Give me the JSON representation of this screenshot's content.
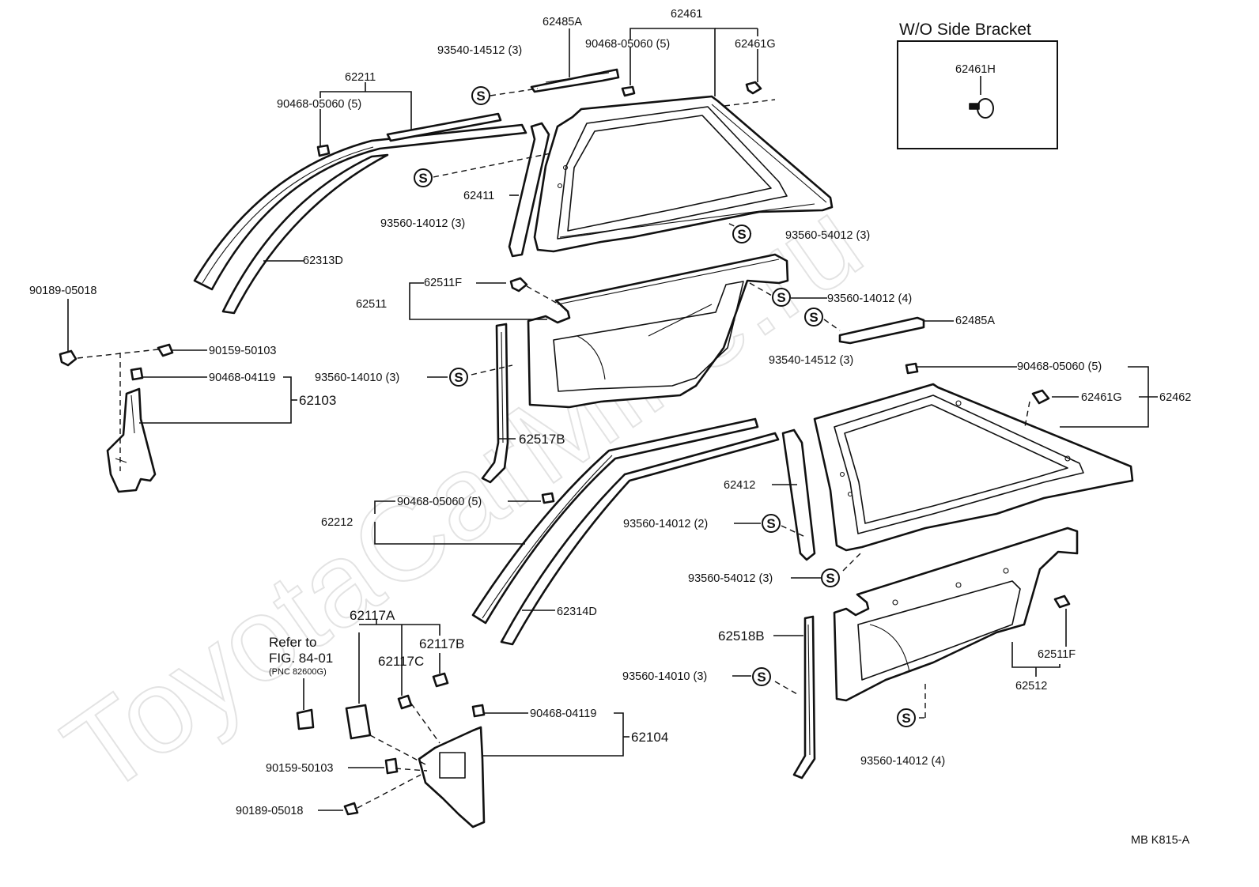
{
  "watermark": "ToyotaCarMine.ru",
  "inset": {
    "title": "W/O Side Bracket",
    "part": "62461H"
  },
  "footer_code": "MB  K815-A",
  "labels": {
    "p62485A_top": "62485A",
    "p62461": "62461",
    "p93540_14512_top": "93540-14512 (3)",
    "p90468_05060_top": "90468-05060 (5)",
    "p62461G_top": "62461G",
    "p62211": "62211",
    "p90468_05060_left": "90468-05060 (5)",
    "p62411": "62411",
    "p93560_14012_a": "93560-14012 (3)",
    "p93560_54012_a": "93560-54012 (3)",
    "p62313D": "62313D",
    "p90189_05018_a": "90189-05018",
    "p62511F_a": "62511F",
    "p62511": "62511",
    "p93560_14012_b": "93560-14012 (4)",
    "p62485A_b": "62485A",
    "p90159_50103_a": "90159-50103",
    "p93540_14512_b": "93540-14512 (3)",
    "p90468_04119_a": "90468-04119",
    "p62103": "62103",
    "p93560_14010_a": "93560-14010 (3)",
    "p90468_05060_r": "90468-05060 (5)",
    "p62461G_r": "62461G",
    "p62462": "62462",
    "p62517B": "62517B",
    "p62412": "62412",
    "p90468_05060_mid": "90468-05060 (5)",
    "p62212": "62212",
    "p93560_14012_c": "93560-14012 (2)",
    "p93560_54012_b": "93560-54012 (3)",
    "p62314D": "62314D",
    "p62117A": "62117A",
    "refer_line1": "Refer to",
    "refer_line2": "FIG. 84-01",
    "refer_line3": "(PNC 82600G)",
    "p62117B": "62117B",
    "p62117C": "62117C",
    "p62518B": "62518B",
    "p62511F_b": "62511F",
    "p93560_14010_b": "93560-14010 (3)",
    "p62512": "62512",
    "p90468_04119_b": "90468-04119",
    "p62104": "62104",
    "p93560_14012_d": "93560-14012 (4)",
    "p90159_50103_b": "90159-50103",
    "p90189_05018_b": "90189-05018"
  },
  "seal_symbol": "S"
}
